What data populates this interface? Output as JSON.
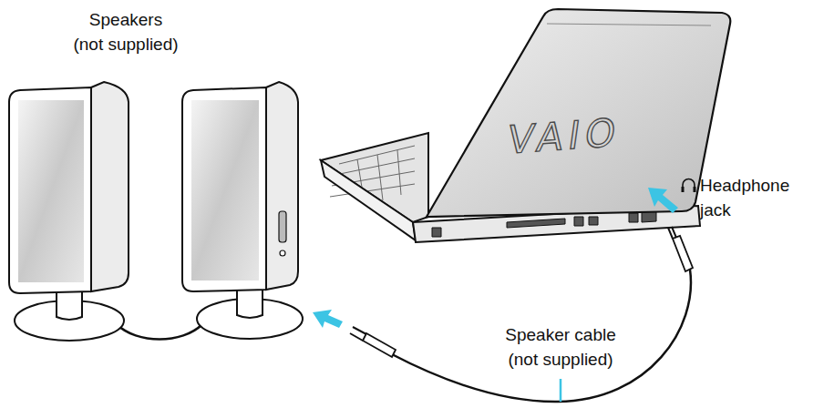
{
  "diagram": {
    "labels": [
      "Speakers (not supplied)",
      "VAIO",
      "Headphone jack",
      "Speaker cable (not supplied)"
    ]
  }
}
